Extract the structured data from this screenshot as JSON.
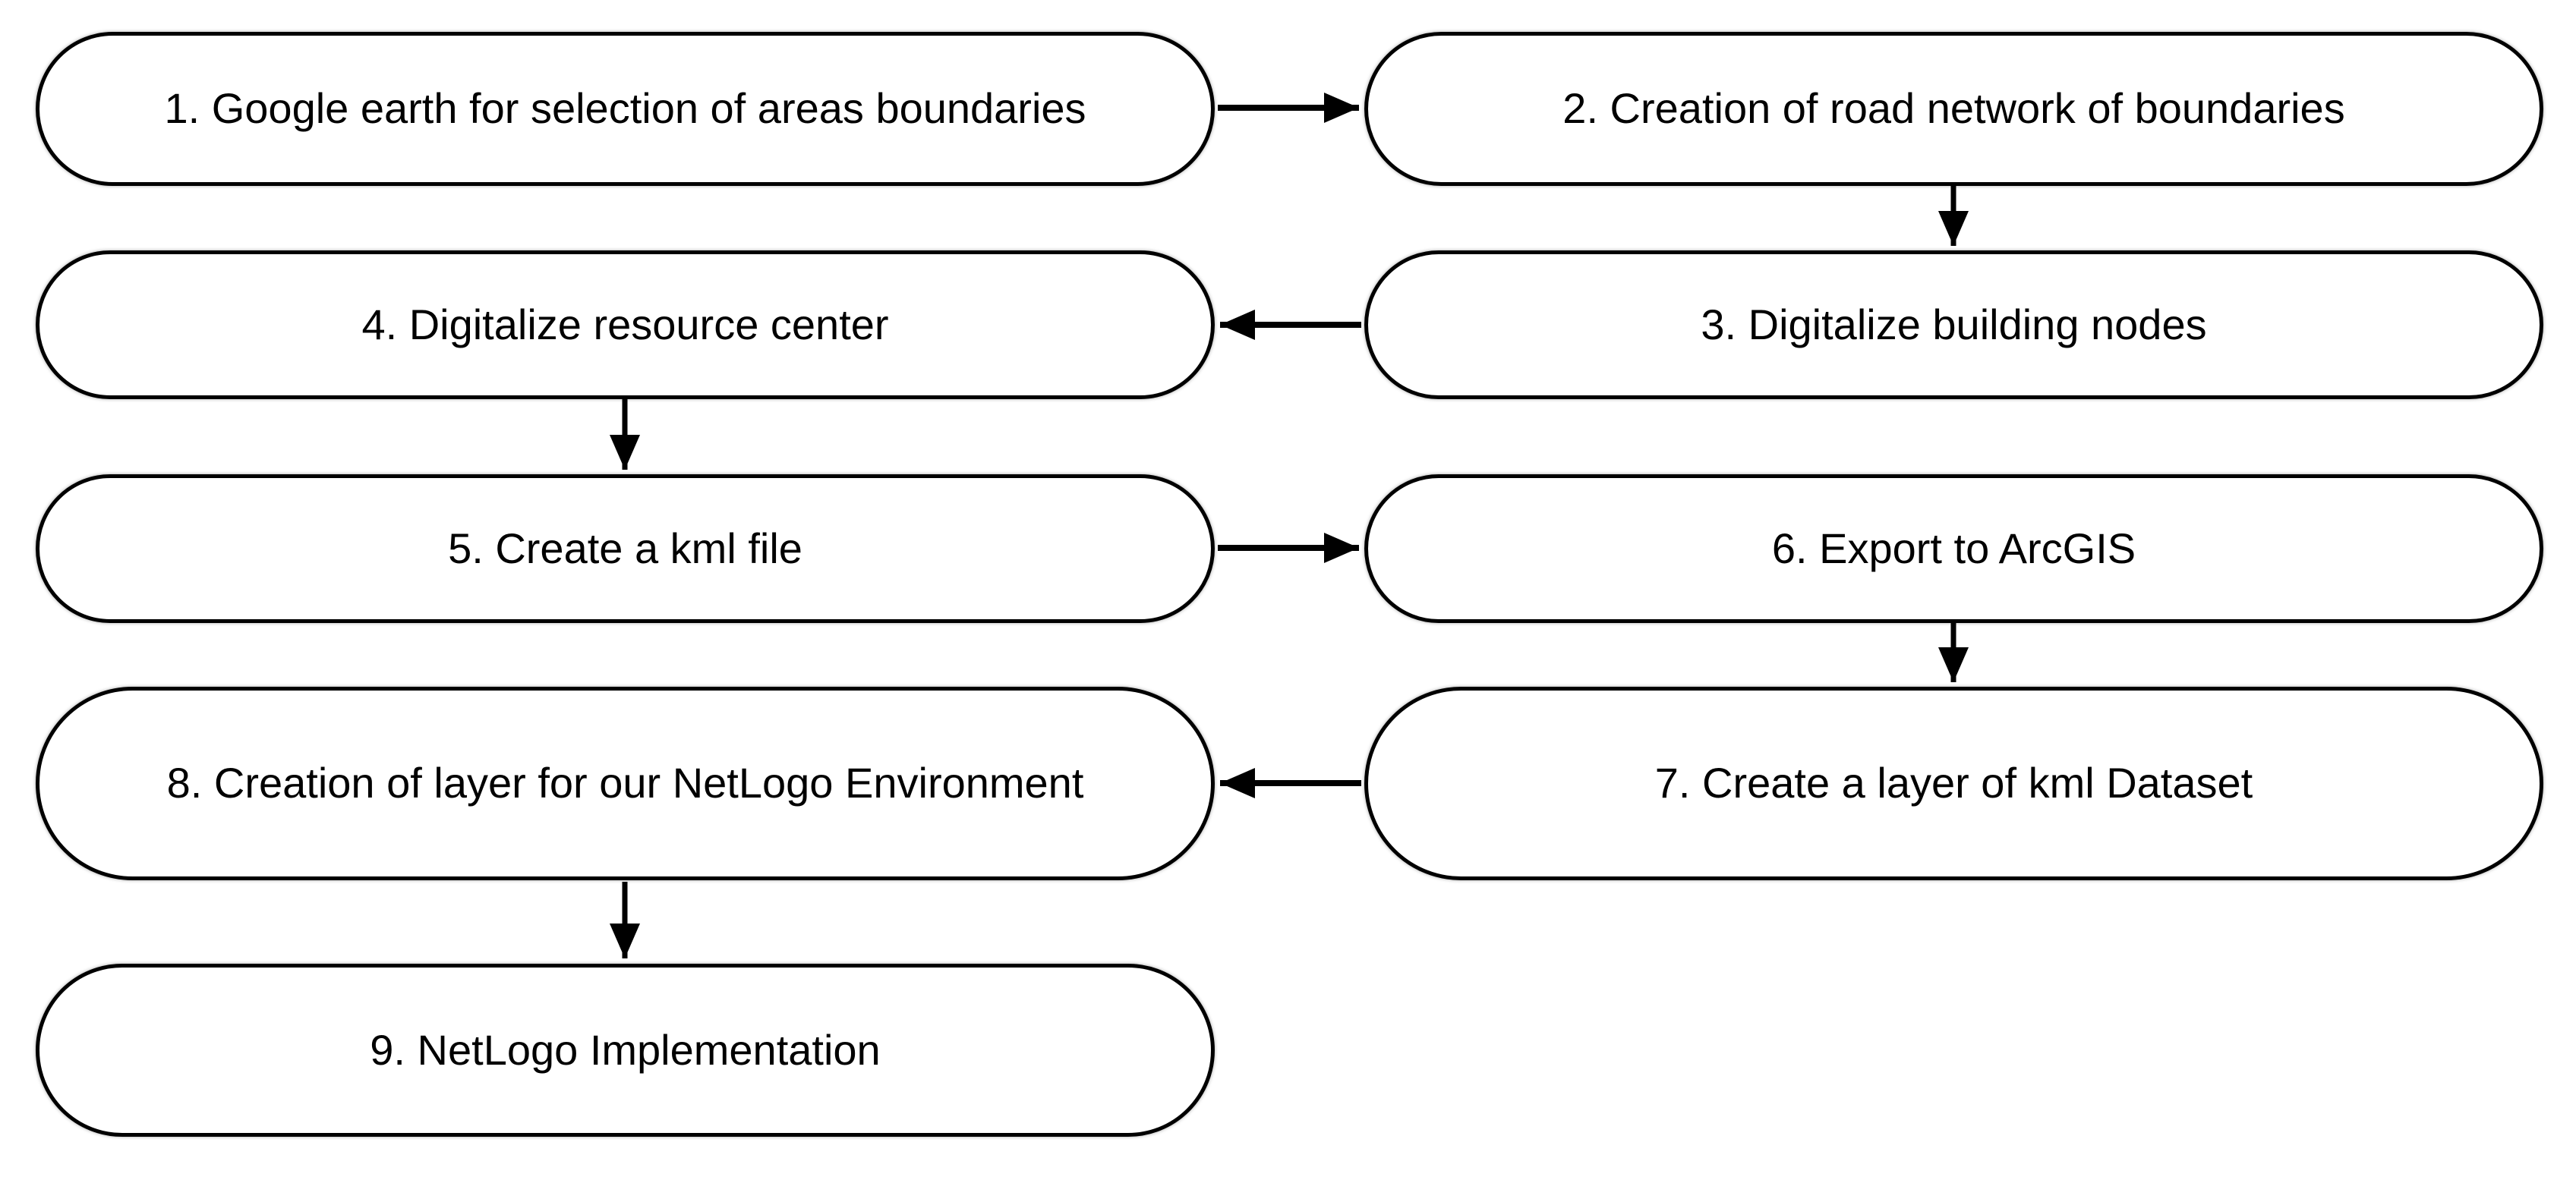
{
  "figure": {
    "type": "flowchart",
    "background_color": "#ffffff",
    "node_fill_color": "#ffffff",
    "stroke_color": "#000000",
    "nodes": [
      {
        "id": "1",
        "label": "1. Google earth for selection of areas boundaries"
      },
      {
        "id": "2",
        "label": "2. Creation of road network of boundaries"
      },
      {
        "id": "3",
        "label": "3. Digitalize building nodes"
      },
      {
        "id": "4",
        "label": "4. Digitalize resource center"
      },
      {
        "id": "5",
        "label": "5. Create a kml file"
      },
      {
        "id": "6",
        "label": "6. Export to ArcGIS"
      },
      {
        "id": "7",
        "label": "7. Create a layer of kml Dataset"
      },
      {
        "id": "8",
        "label": "8. Creation of layer for our NetLogo Environment"
      },
      {
        "id": "9",
        "label": "9. NetLogo Implementation"
      }
    ],
    "edges": [
      {
        "from": "1",
        "to": "2",
        "direction": "right"
      },
      {
        "from": "2",
        "to": "3",
        "direction": "down"
      },
      {
        "from": "3",
        "to": "4",
        "direction": "left"
      },
      {
        "from": "4",
        "to": "5",
        "direction": "down"
      },
      {
        "from": "5",
        "to": "6",
        "direction": "right"
      },
      {
        "from": "6",
        "to": "7",
        "direction": "down"
      },
      {
        "from": "7",
        "to": "8",
        "direction": "left"
      },
      {
        "from": "8",
        "to": "9",
        "direction": "down"
      }
    ]
  }
}
